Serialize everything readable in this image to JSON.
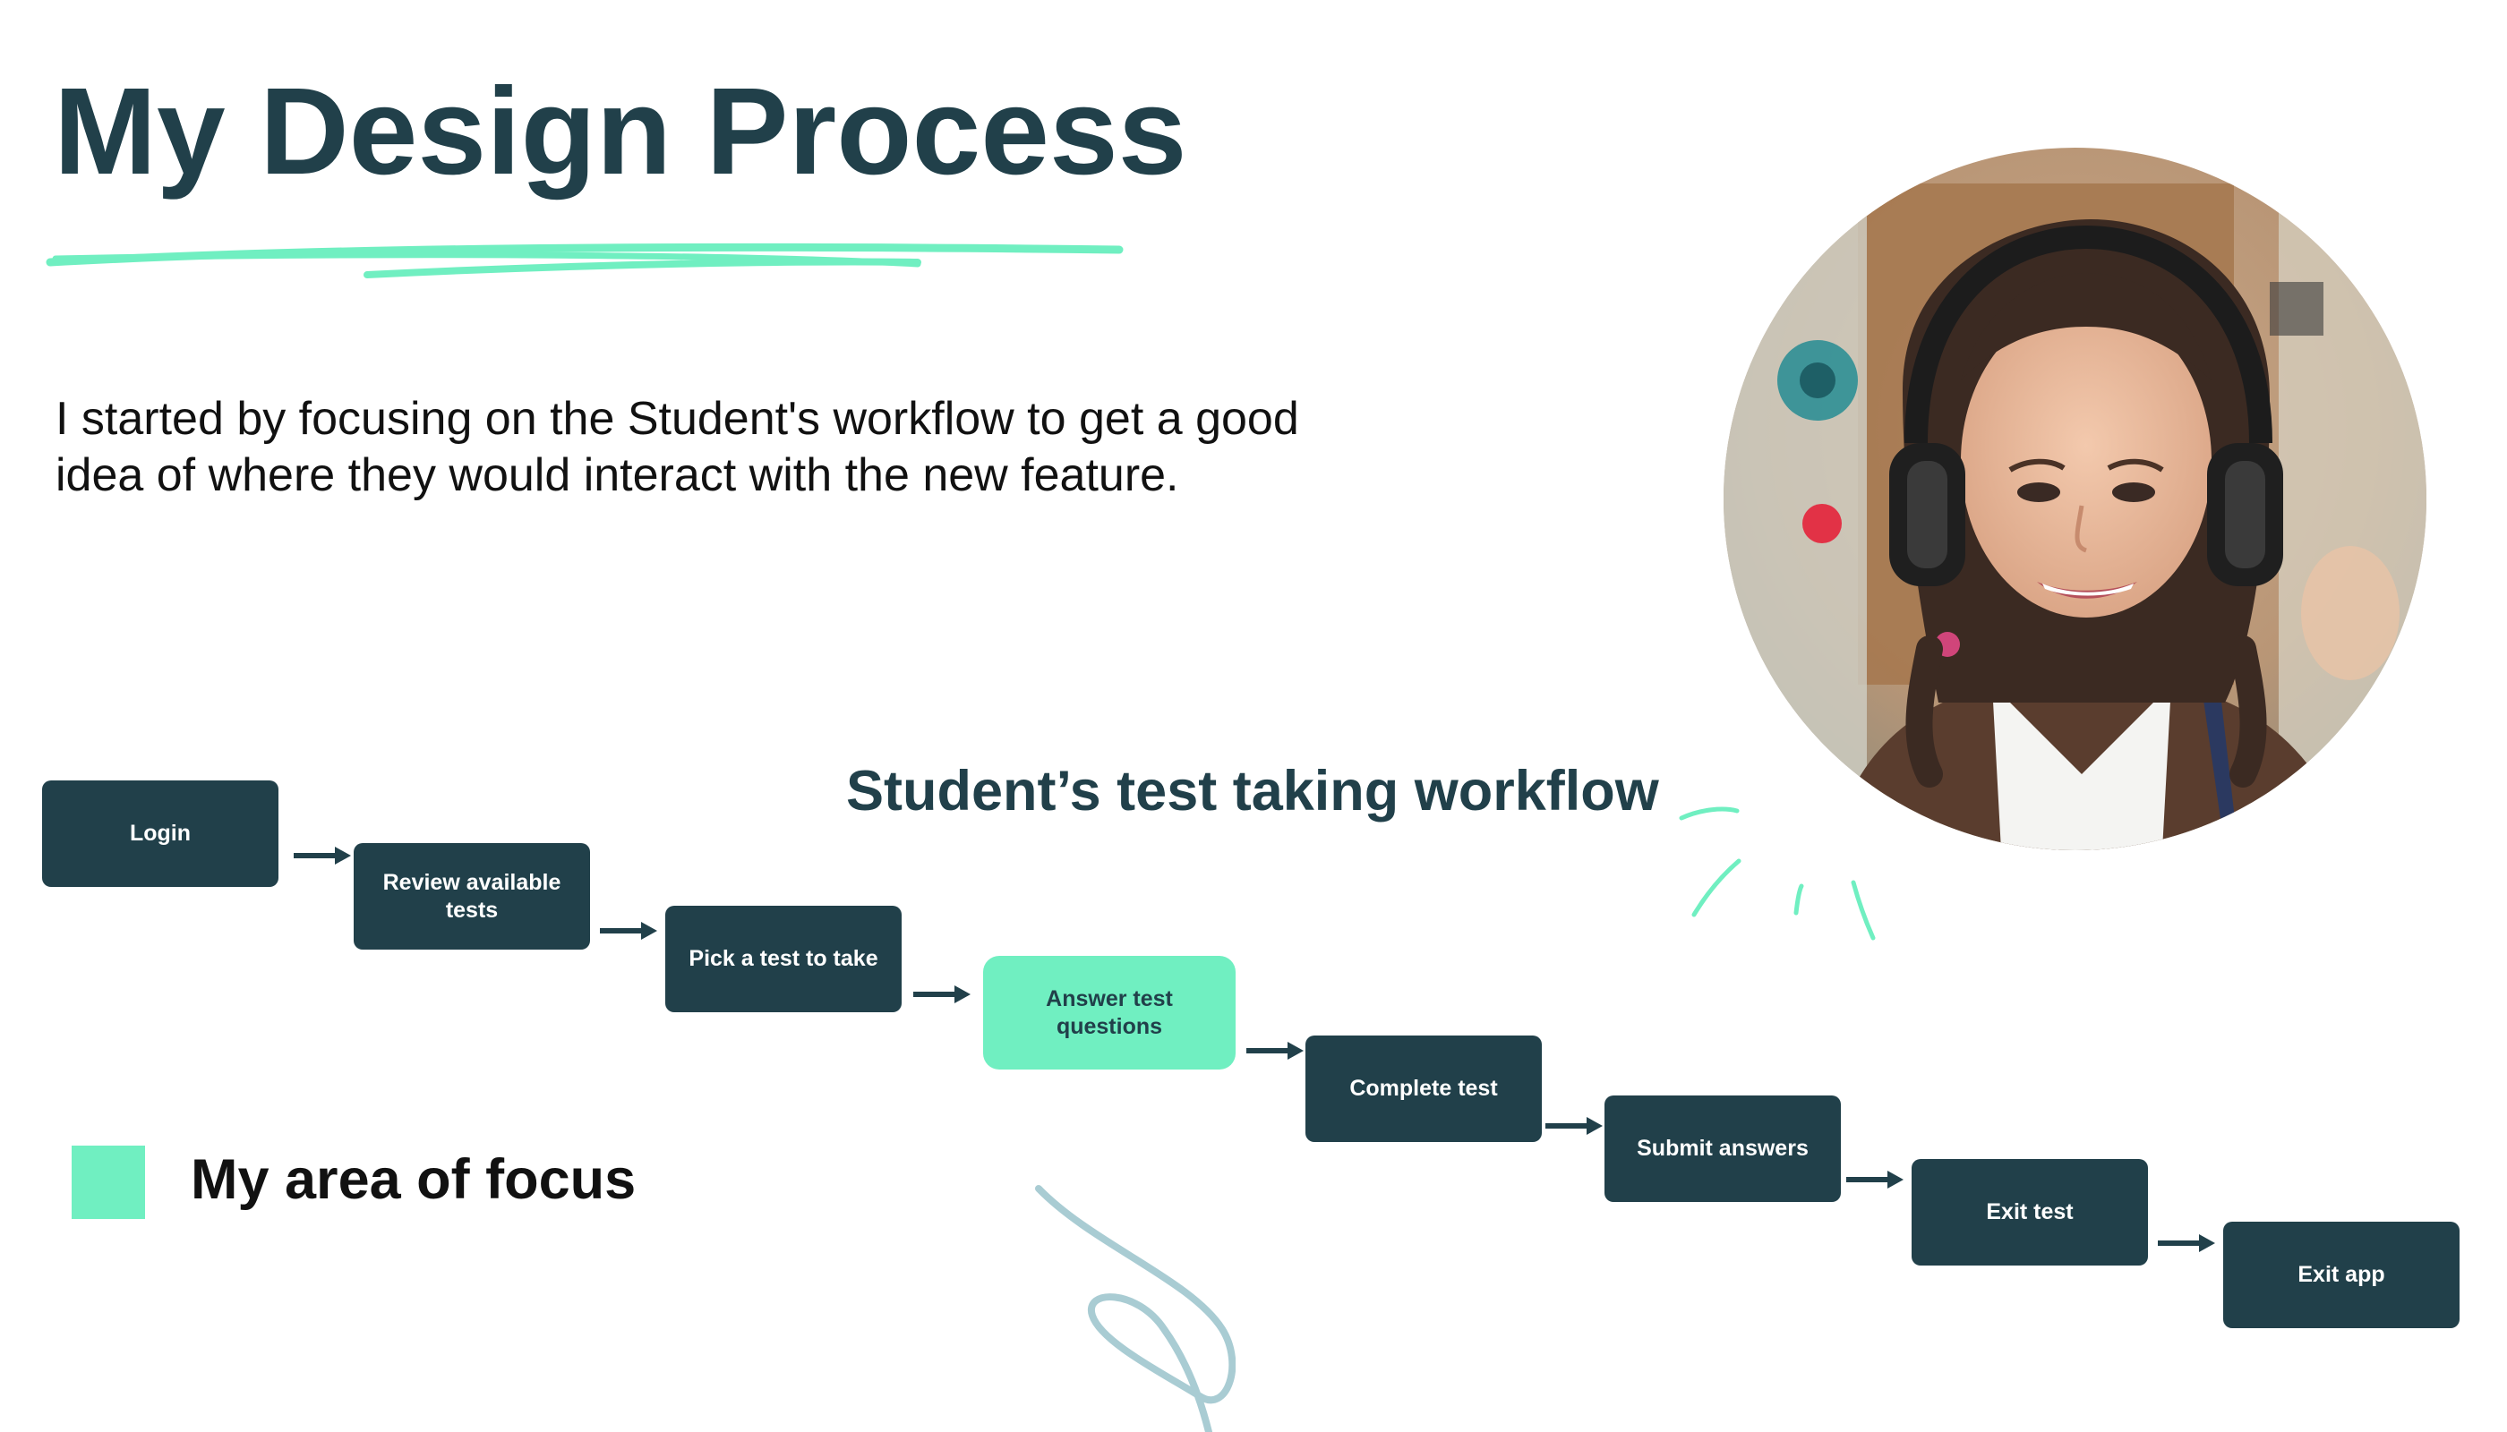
{
  "slide": {
    "title": "My Design Process",
    "intro": "I started by focusing on the Student's workflow to get a good idea of where they would interact with the new feature."
  },
  "workflow": {
    "title": "Student’s test taking workflow",
    "steps": [
      {
        "label": "Login",
        "focus": false
      },
      {
        "label": "Review available tests",
        "focus": false
      },
      {
        "label": "Pick a test to take",
        "focus": false
      },
      {
        "label": "Answer test questions",
        "focus": true
      },
      {
        "label": "Complete test",
        "focus": false
      },
      {
        "label": "Submit answers",
        "focus": false
      },
      {
        "label": "Exit test",
        "focus": false
      },
      {
        "label": "Exit app",
        "focus": false
      }
    ]
  },
  "legend": {
    "label": "My area of focus"
  },
  "colors": {
    "dark": "#21404a",
    "accent": "#70efc1",
    "squiggle": "#a9ccd3"
  },
  "icons": {
    "arrow": "arrow-right-icon"
  }
}
